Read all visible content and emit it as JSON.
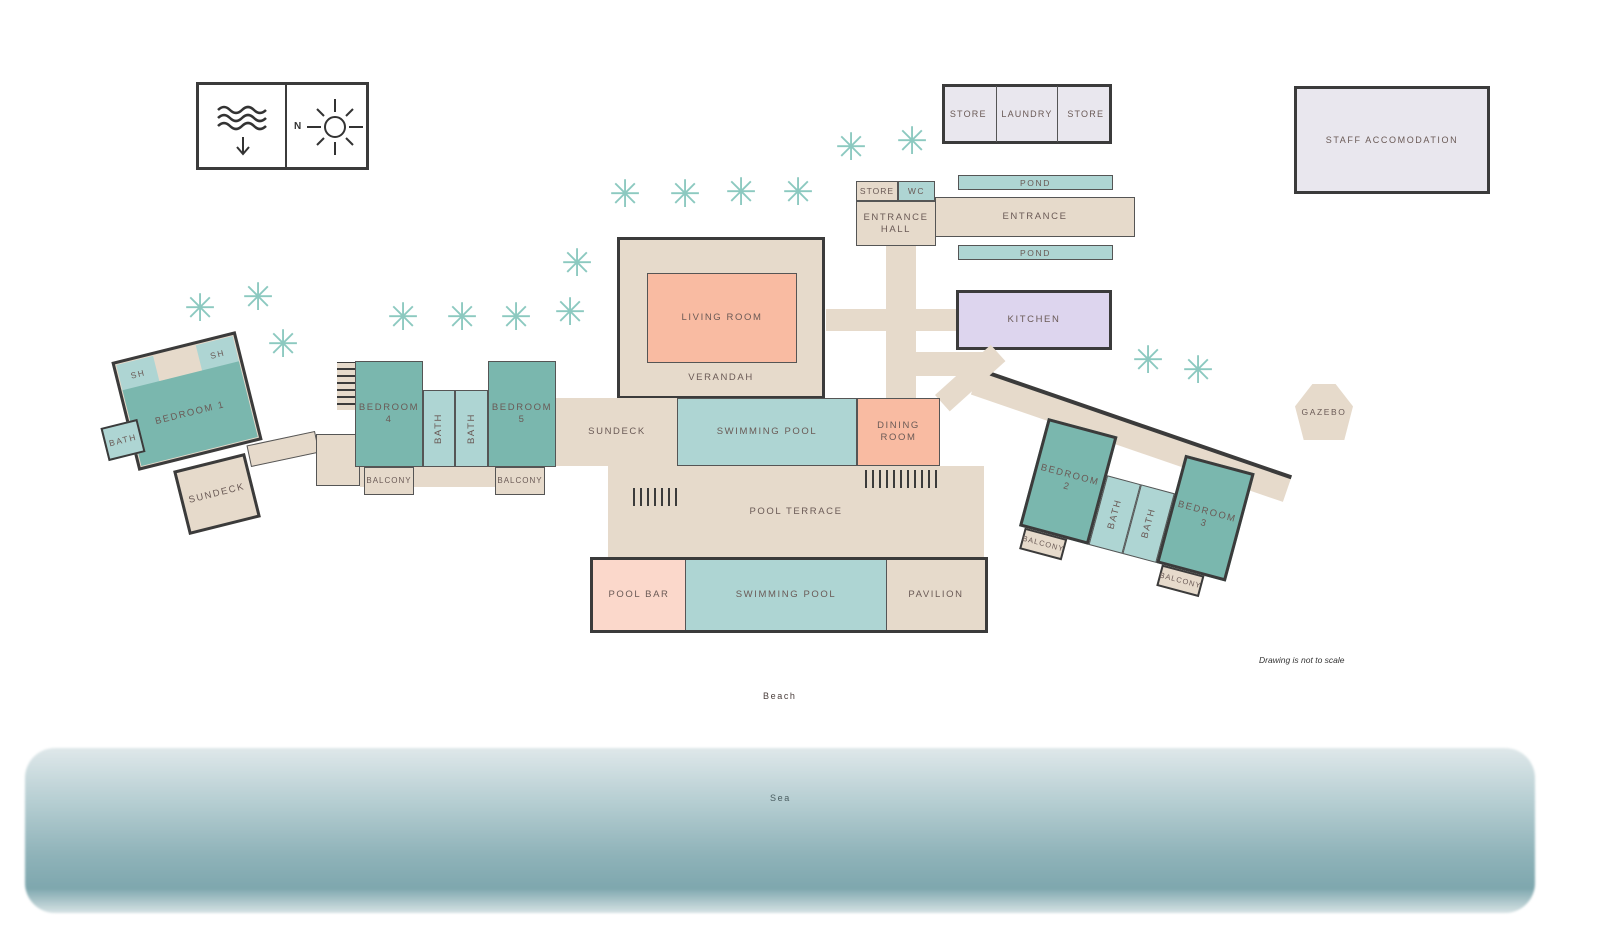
{
  "compass": {
    "north_label": "N",
    "icons": [
      "sea-waves-icon",
      "arrow-down-icon",
      "sun-icon"
    ]
  },
  "service": {
    "store1": "Store",
    "laundry": "Laundry",
    "store2": "Store"
  },
  "staff": "Staff Accomodation",
  "entrance": {
    "store": "Store",
    "wc": "WC",
    "hall": "Entrance Hall",
    "entrance": "Entrance",
    "pond1": "Pond",
    "pond2": "Pond"
  },
  "kitchen": "Kitchen",
  "living": {
    "room": "Living Room",
    "verandah": "Verandah"
  },
  "dining": "Dining Room",
  "gazebo": "Gazebo",
  "west": {
    "sh1": "SH",
    "sh2": "SH",
    "bedroom1": "Bedroom 1",
    "bath": "Bath",
    "sundeck": "Sundeck"
  },
  "wing": {
    "bedroom4": "Bedroom 4",
    "bath1": "Bath",
    "bath2": "Bath",
    "bedroom5": "Bedroom 5",
    "balcony1": "Balcony",
    "balcony2": "Balcony"
  },
  "center": {
    "sundeck": "Sundeck",
    "pool": "Swimming Pool",
    "terrace": "Pool Terrace",
    "poolbar": "Pool Bar",
    "pool2": "Swimming Pool",
    "pavilion": "Pavilion"
  },
  "east": {
    "bedroom2": "Bedroom 2",
    "bath1": "Bath",
    "bath2": "Bath",
    "bedroom3": "Bedroom 3",
    "balcony1": "Balcony",
    "balcony2": "Balcony"
  },
  "note": "Drawing is not to scale",
  "beach": "Beach",
  "sea": "Sea",
  "colors": {
    "bedroom": "#7ab7ae",
    "bath": "#aed5d3",
    "living": "#f9bba2",
    "deck": "#e6dacb",
    "kitchen": "#ddd5ee",
    "service": "#e9e7ee"
  }
}
